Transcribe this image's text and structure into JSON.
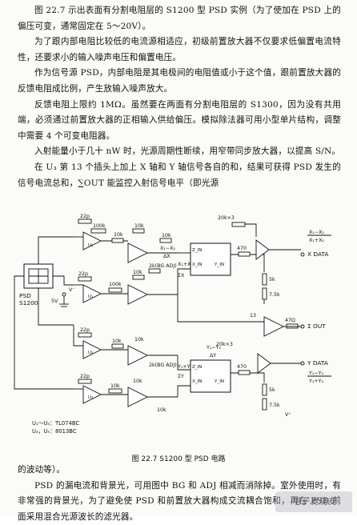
{
  "paragraphs": [
    "图 22.7 示出表面有分割电阻层的 S1200 型 PSD 实例（为了使加在 PSD 上的偏压可变，通常固定在 5～20V）。",
    "为了跟内部电阻比较低的电流源相适应，初级前置放大器不仅要求低偏置电流特性，还要求小的输入噪声电压和偏置电压。",
    "作为信号源 PSD，内部电阻是其电极间的电阻值或小于这个值，跟前置放大器的反馈电阻成比例，产生放输入噪声放大。",
    "反馈电阻上限约 1MΩ。虽然要在两面有分割电阻层的 S1300，因为没有共用端，必须通过前置放大器的正相输入供给偏压。模拟除法器可用小型单片结构，调整中需要 4 个可变电阻器。",
    "入射能量小于几十 nW 时，光源周期性断续，用窄带同步放大器，以提高 S/N。",
    "在 U₃ 第 13 个插头上加上 X 轴和 Y 轴信号各自的和，结果可获得 PSD 发生的信号电流总和，∑OUT 能监控入射信号电平（即光源"
  ],
  "bottom_paragraphs": [
    "的波动等）。",
    "PSD 的漏电流和背景光，可用图中 BG 和 ADJ 相减而消除掉。室外使用时，有非常强的背景光，为了避免使 PSD 和前置放大器构成交流耦合饱和，再在 PSD 前面采用混合光源波长的滤光器。"
  ],
  "caption": "图 22.7   S1200 型 PSD 电路",
  "notes": [
    "U₁～U₃：TL074BC",
    "U₄，U₅：8013BC"
  ],
  "watermark": "电子发烧友",
  "circuit": {
    "psd_label": [
      "PSD",
      "S1200"
    ],
    "bias_label": "5V",
    "v_label": "V⁻",
    "caps": [
      "22p",
      "22p",
      "22p",
      "22p"
    ],
    "resistors": [
      "10k",
      "100k",
      "10k",
      "10k",
      "10k",
      "10k",
      "10k",
      "10k",
      "100k",
      "10k",
      "10k",
      "10k",
      "10k",
      "10k",
      "5k",
      "7.5k",
      "5k",
      "7.5k",
      "470",
      "470",
      "47Ω",
      "20k×3",
      "20k×3"
    ],
    "amps": [
      "U₁",
      "U₁",
      "U₂",
      "U₃",
      "U₃",
      "U₂"
    ],
    "divider_labels": [
      "Z_IN",
      "X_IN",
      "Y_IN",
      "Z_IN",
      "X_IN",
      "Y_IN"
    ],
    "expr_top": [
      "X₁−X₂",
      "ΔX",
      "X₁+X₂",
      "ΣX"
    ],
    "expr_bottom": [
      "Y₁−Y₂",
      "ΔY",
      "Y₁+Y₂",
      "ΣY"
    ],
    "adj_top": "2k(BG  ADJ)",
    "adj_bottom": "2k(BG  ADJ)",
    "out_top_ratio": [
      "X₁−X₂",
      "X₁+X₂"
    ],
    "out_top": "X DATA",
    "out_mid": "Σ OUT",
    "out_bottom": "Y DATA",
    "out_bottom_ratio": [
      "Y₁−Y₂",
      "Y₁+Y₂"
    ],
    "pin13": "13",
    "v_plus": "V⁺"
  }
}
